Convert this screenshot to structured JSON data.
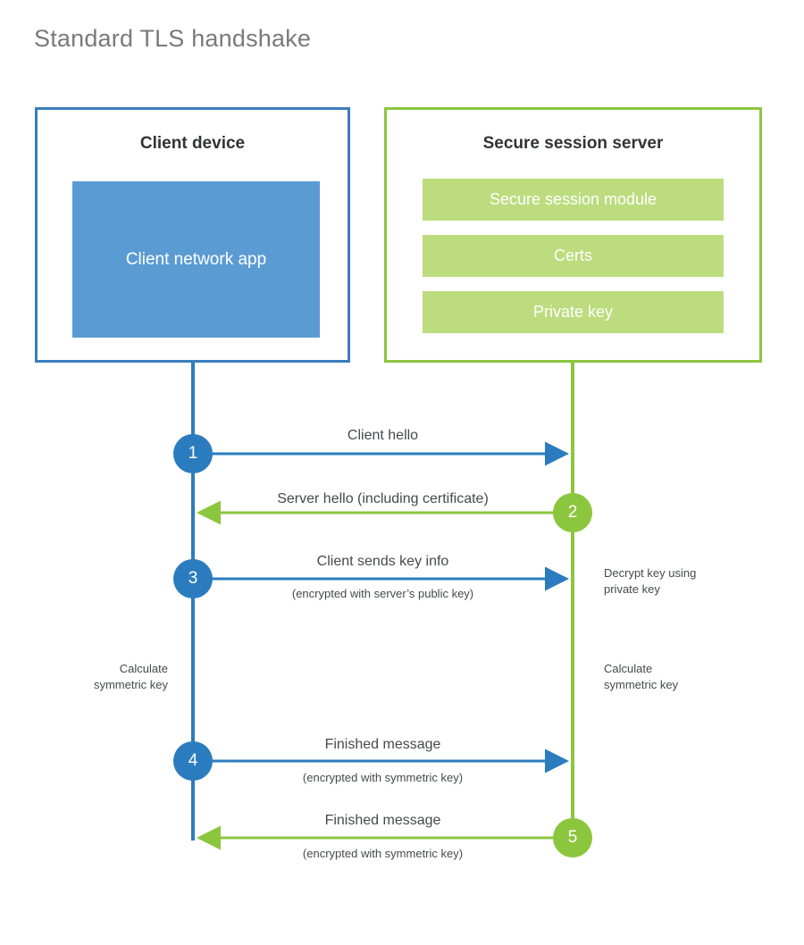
{
  "page": {
    "title": "Standard TLS handshake",
    "background": "#ffffff"
  },
  "colors": {
    "client_accent": "#3a7ebe",
    "client_circle": "#2b7cbf",
    "client_block_fill": "#5b9bd4",
    "server_accent": "#8cc63e",
    "server_block_fill": "#bcdc7e",
    "text": "#47494b",
    "title_text": "#7a7a7a"
  },
  "client": {
    "title": "Client device",
    "block_label": "Client network app"
  },
  "server": {
    "title": "Secure session server",
    "blocks": [
      {
        "label": "Secure session module"
      },
      {
        "label": "Certs"
      },
      {
        "label": "Private key"
      }
    ]
  },
  "steps": [
    {
      "number": "1",
      "side": "client",
      "direction": "client-to-server",
      "label": "Client hello",
      "sublabel": ""
    },
    {
      "number": "2",
      "side": "server",
      "direction": "server-to-client",
      "label": "Server hello (including certificate)",
      "sublabel": ""
    },
    {
      "number": "3",
      "side": "client",
      "direction": "client-to-server",
      "label": "Client sends key info",
      "sublabel": "(encrypted with server’s public key)"
    },
    {
      "number": "4",
      "side": "client",
      "direction": "client-to-server",
      "label": "Finished message",
      "sublabel": "(encrypted with symmetric key)"
    },
    {
      "number": "5",
      "side": "server",
      "direction": "server-to-client",
      "label": "Finished message",
      "sublabel": "(encrypted with symmetric key)"
    }
  ],
  "notes": {
    "decrypt_key": "Decrypt key using\nprivate key",
    "decrypt_key_line1": "Decrypt key using",
    "decrypt_key_line2": "private key",
    "calc_client_line1": "Calculate",
    "calc_client_line2": "symmetric key",
    "calc_server_line1": "Calculate",
    "calc_server_line2": "symmetric key"
  }
}
